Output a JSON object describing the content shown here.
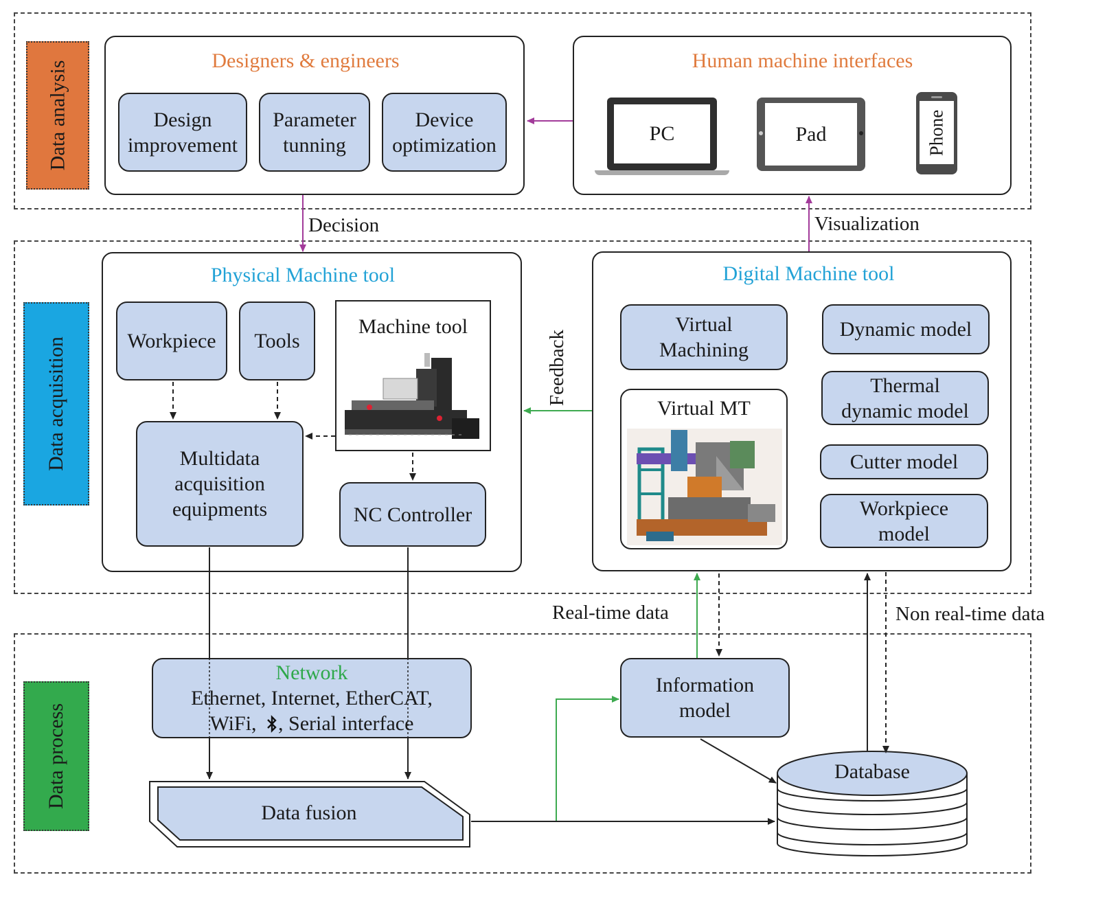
{
  "layers": {
    "analysis": "Data analysis",
    "acquisition": "Data acquisition",
    "process": "Data process"
  },
  "colors": {
    "analysis": "#e0773e",
    "acquisition": "#1aa6e1",
    "process": "#33aa4d",
    "orange_text": "#e07b3e",
    "blue_text": "#22a2d6",
    "green_text": "#2ea84a",
    "box_fill": "#c7d6ee",
    "magenta_arrow": "#a23b9a",
    "green_arrow": "#3daa4f"
  },
  "designers": {
    "title": "Designers & engineers",
    "items": [
      "Design improvement",
      "Parameter tunning",
      "Device optimization"
    ]
  },
  "hmi": {
    "title": "Human machine interfaces",
    "devices": [
      "PC",
      "Pad",
      "Phone"
    ]
  },
  "labels": {
    "decision": "Decision",
    "visualization": "Visualization",
    "feedback": "Feedback",
    "realtime": "Real-time data",
    "nonrealtime": "Non real-time data"
  },
  "physical": {
    "title": "Physical Machine tool",
    "workpiece": "Workpiece",
    "tools": "Tools",
    "machine_tool": "Machine tool",
    "multidata": "Multidata acquisition equipments",
    "nc": "NC Controller"
  },
  "digital": {
    "title": "Digital Machine tool",
    "virtual_machining": "Virtual Machining",
    "virtual_mt": "Virtual MT",
    "models": [
      "Dynamic model",
      "Thermal dynamic model",
      "Cutter model",
      "Workpiece model"
    ]
  },
  "process": {
    "network_title": "Network",
    "network_line1": "Ethernet, Internet, EtherCAT,",
    "network_line2_a": "WiFi,",
    "network_line2_b": ", Serial interface",
    "information_model": "Information model",
    "data_fusion": "Data fusion",
    "database": "Database"
  }
}
